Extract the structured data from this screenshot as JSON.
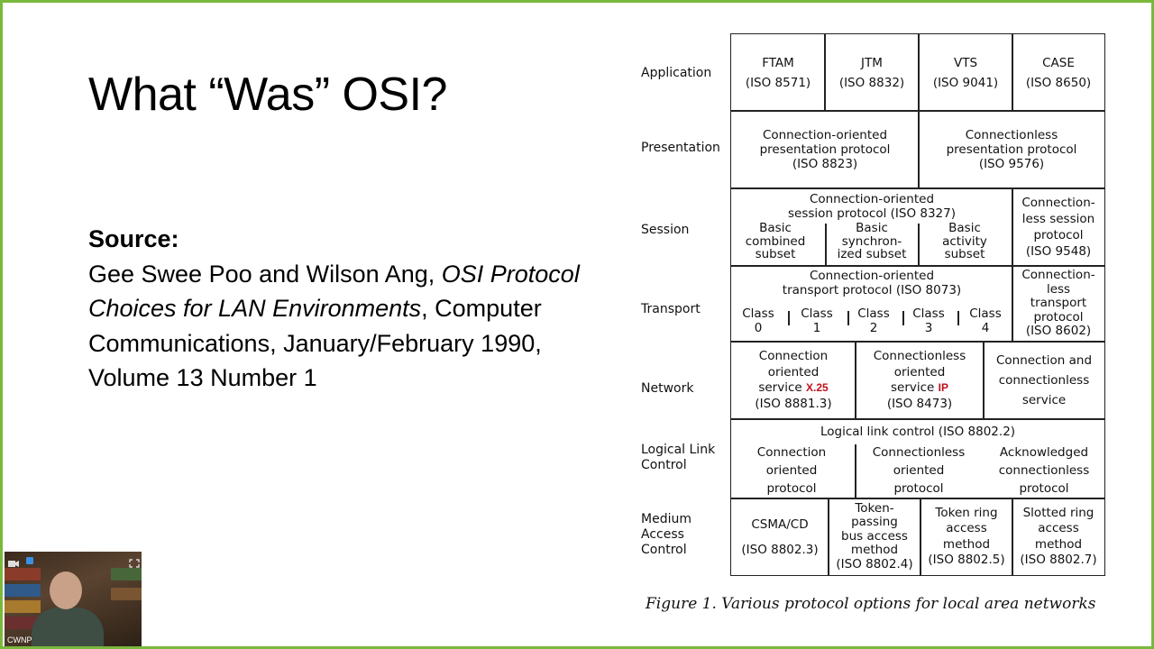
{
  "slide": {
    "title": "What “Was” OSI?",
    "source_heading": "Source:",
    "source_authors": "Gee Swee Poo and Wilson Ang, ",
    "source_paper": "OSI Protocol Choices for LAN Environments",
    "source_tail": ", Computer Communications, January/February 1990, Volume 13 Number 1"
  },
  "figure": {
    "layers": [
      "Application",
      "Presentation",
      "Session",
      "Transport",
      "Network",
      "Logical Link Control",
      "Medium Access Control"
    ],
    "application": [
      {
        "name": "FTAM",
        "std": "(ISO 8571)"
      },
      {
        "name": "JTM",
        "std": "(ISO 8832)"
      },
      {
        "name": "VTS",
        "std": "(ISO 9041)"
      },
      {
        "name": "CASE",
        "std": "(ISO 8650)"
      }
    ],
    "presentation": [
      {
        "l1": "Connection-oriented",
        "l2": "presentation protocol",
        "l3": "(ISO 8823)"
      },
      {
        "l1": "Connectionless",
        "l2": "presentation protocol",
        "l3": "(ISO 9576)"
      }
    ],
    "session": {
      "co_l1": "Connection-oriented",
      "co_l2": "session protocol (ISO 8327)",
      "subsets": [
        {
          "l1": "Basic",
          "l2": "combined",
          "l3": "subset"
        },
        {
          "l1": "Basic",
          "l2": "synchron-",
          "l3": "ized subset"
        },
        {
          "l1": "Basic",
          "l2": "activity",
          "l3": "subset"
        }
      ],
      "cl": {
        "l1": "Connection-",
        "l2": "less session",
        "l3": "protocol",
        "l4": "(ISO 9548)"
      }
    },
    "transport": {
      "co_l1": "Connection-oriented",
      "co_l2": "transport protocol (ISO 8073)",
      "classes": [
        {
          "l1": "Class",
          "l2": "0"
        },
        {
          "l1": "Class",
          "l2": "1"
        },
        {
          "l1": "Class",
          "l2": "2"
        },
        {
          "l1": "Class",
          "l2": "3"
        },
        {
          "l1": "Class",
          "l2": "4"
        }
      ],
      "cl": {
        "l1": "Connection-",
        "l2": "less",
        "l3": "transport",
        "l4": "protocol",
        "l5": "(ISO 8602)"
      }
    },
    "network": {
      "co": {
        "l1": "Connection",
        "l2": "oriented",
        "l3": "service",
        "tag": "X.25",
        "l4": "(ISO 8881.3)"
      },
      "cl": {
        "l1": "Connectionless",
        "l2": "oriented",
        "l3": "service",
        "tag": "IP",
        "l4": "(ISO 8473)"
      },
      "both": {
        "l1": "Connection and",
        "l2": "connectionless",
        "l3": "service"
      }
    },
    "llc": {
      "header": "Logical link control (ISO 8802.2)",
      "cols": [
        {
          "l1": "Connection",
          "l2": "oriented",
          "l3": "protocol"
        },
        {
          "l1": "Connectionless",
          "l2": "oriented",
          "l3": "protocol"
        },
        {
          "l1": "Acknowledged",
          "l2": "connectionless",
          "l3": "protocol"
        }
      ]
    },
    "mac": [
      {
        "l1": "CSMA/CD",
        "l2": "(ISO 8802.3)"
      },
      {
        "l1": "Token-",
        "l2": "passing",
        "l3": "bus access",
        "l4": "method",
        "l5": "(ISO 8802.4)"
      },
      {
        "l1": "Token ring",
        "l2": "access",
        "l3": "method",
        "l4": "(ISO 8802.5)"
      },
      {
        "l1": "Slotted ring",
        "l2": "access",
        "l3": "method",
        "l4": "(ISO 8802.7)"
      }
    ],
    "caption": "Figure 1.    Various protocol options for local area networks"
  },
  "webcam": {
    "label": "CWNP"
  },
  "colors": {
    "accent_border": "#7ab83c",
    "highlight_red": "#c0111b"
  }
}
